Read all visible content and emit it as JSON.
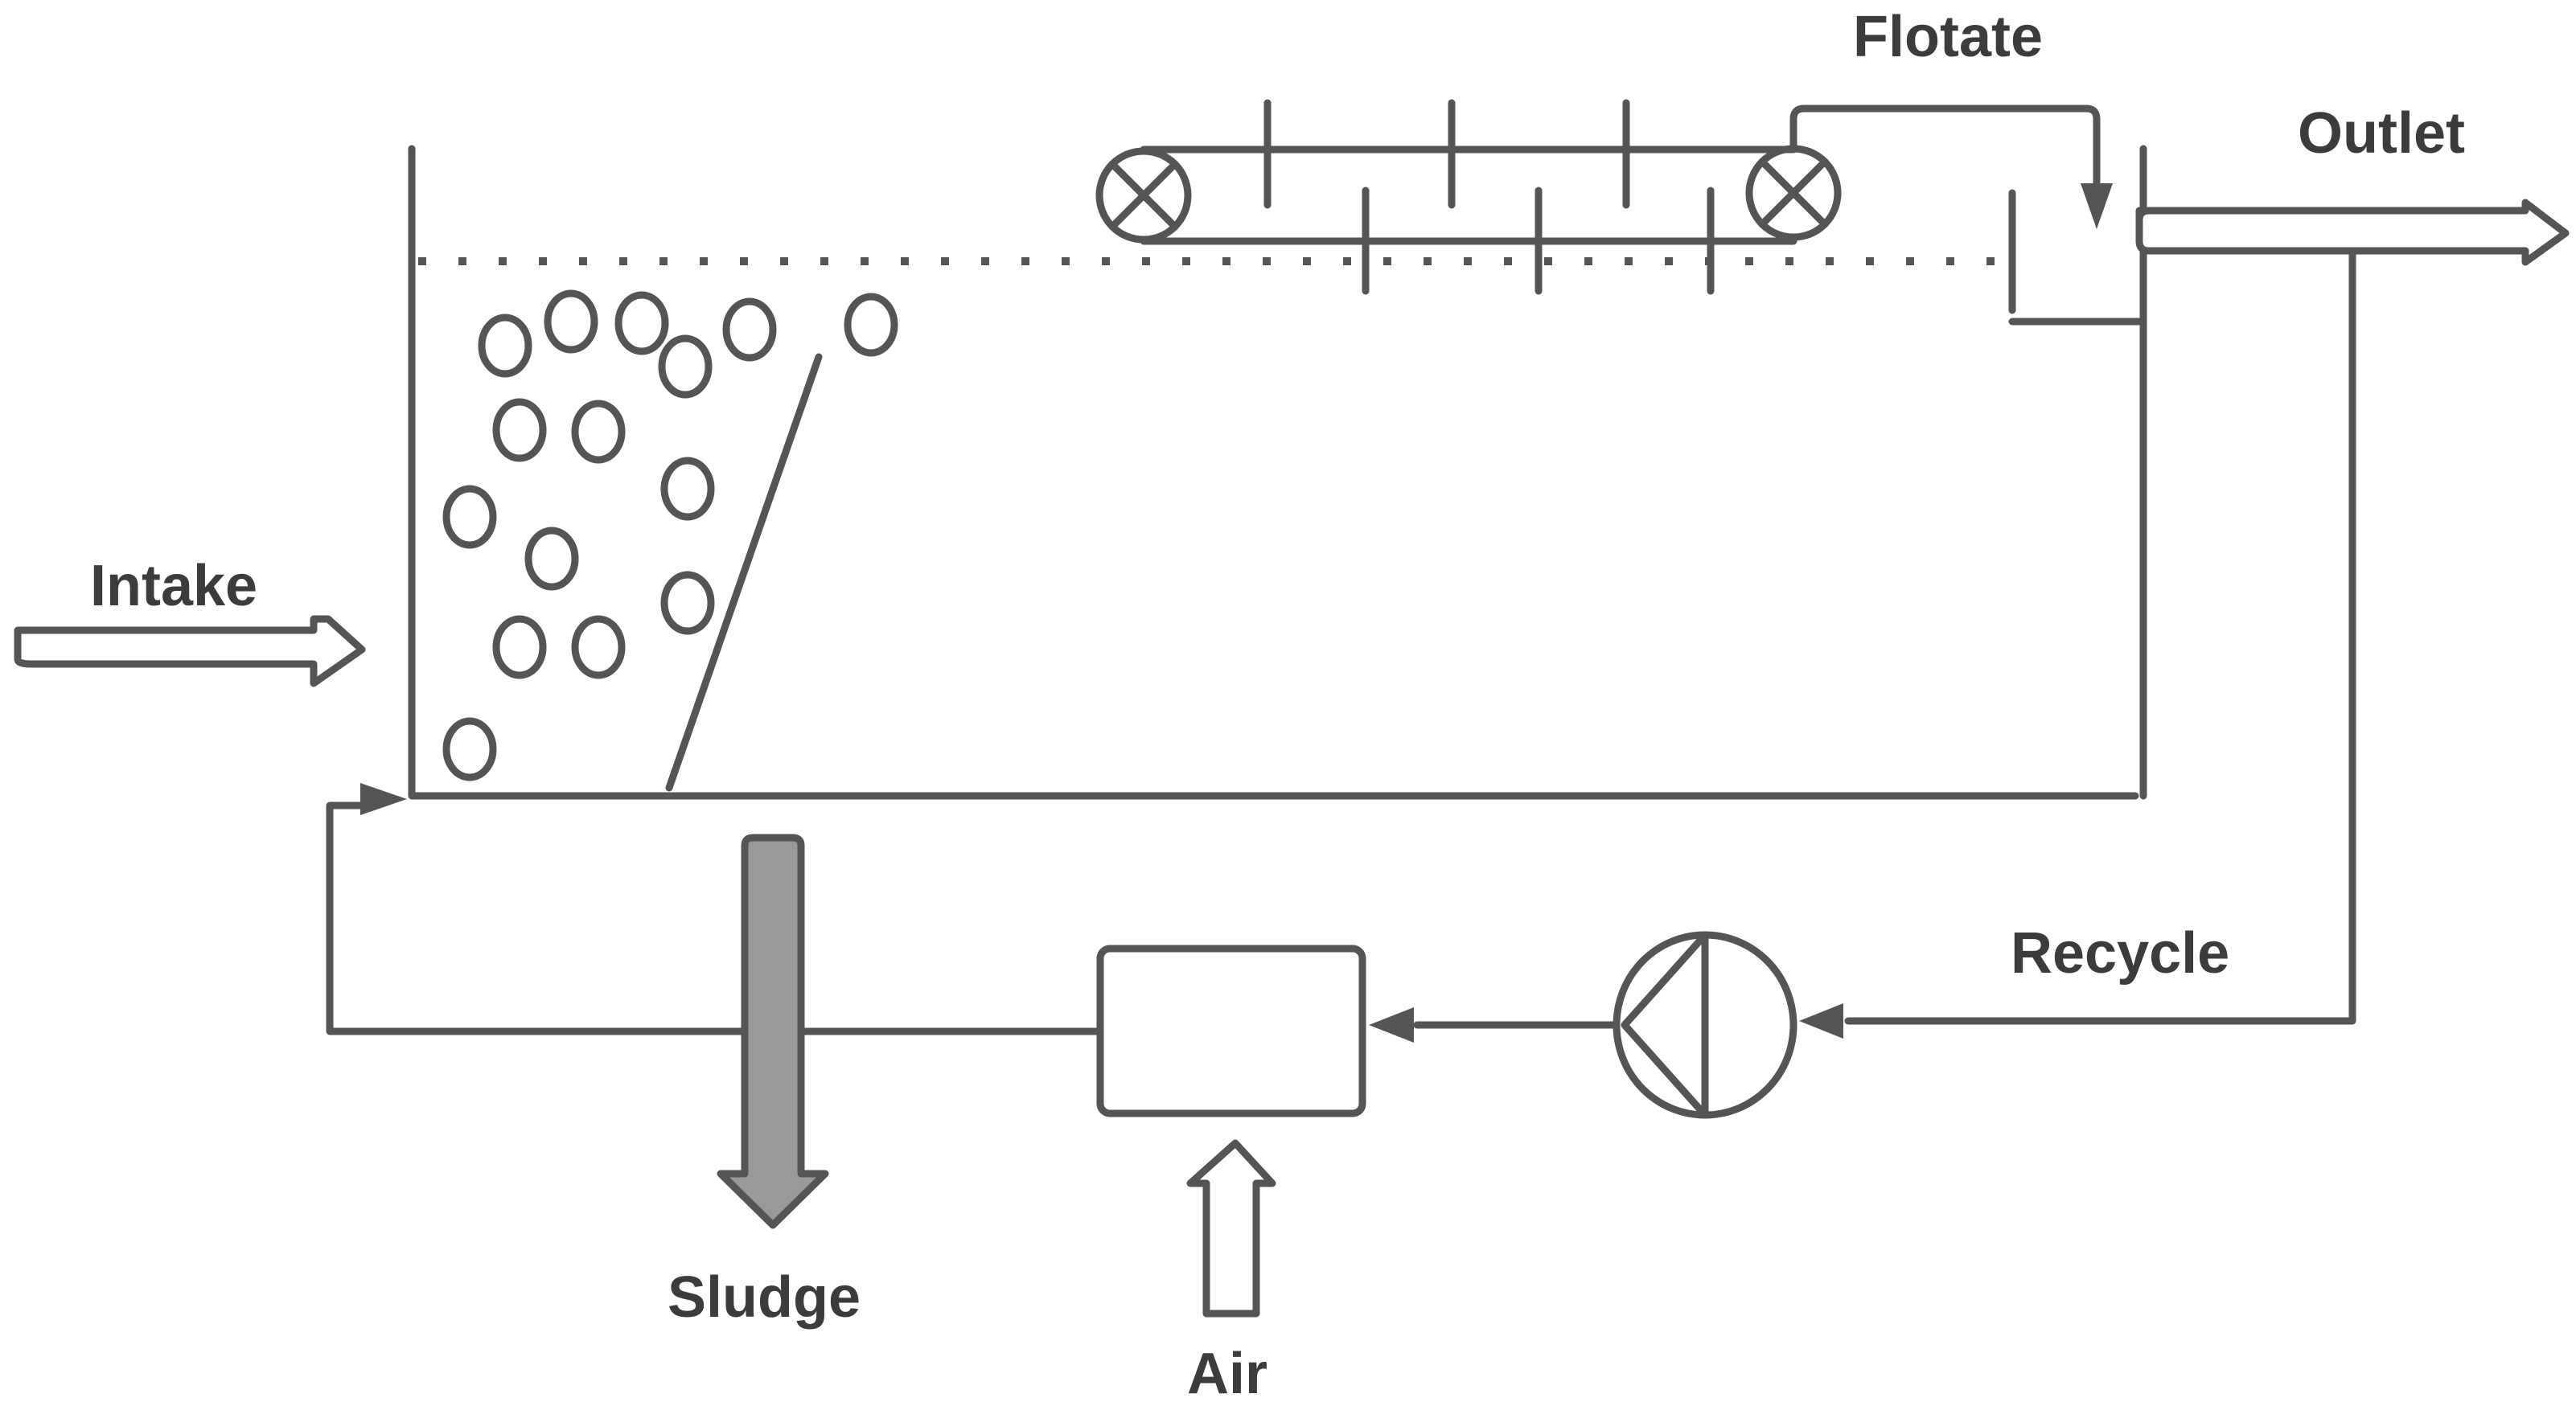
{
  "labels": {
    "intake": "Intake",
    "flotate": "Flotate",
    "outlet": "Outlet",
    "recycle": "Recycle",
    "sludge": "Sludge",
    "air": "Air"
  },
  "colors": {
    "line": "#555555",
    "label": "#3c3c3c",
    "sludge_fill": "#999999"
  }
}
